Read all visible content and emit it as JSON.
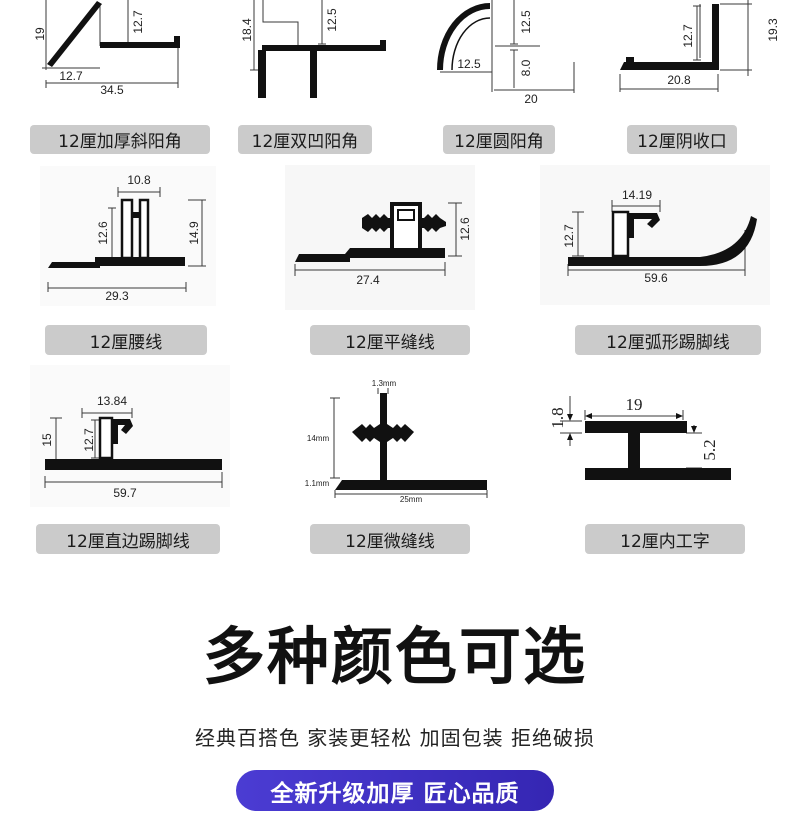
{
  "profiles": [
    {
      "label": "12厘加厚斜阳角",
      "dims": [
        "19",
        "12.7",
        "12.7",
        "34.5"
      ]
    },
    {
      "label": "12厘双凹阳角",
      "dims": [
        "18.4",
        "12.5"
      ]
    },
    {
      "label": "12厘圆阳角",
      "dims": [
        "12.5",
        "12.5",
        "8.0",
        "20"
      ]
    },
    {
      "label": "12厘阴收口",
      "dims": [
        "12.7",
        "19.3",
        "20.8"
      ]
    },
    {
      "label": "12厘腰线",
      "dims": [
        "10.8",
        "12.6",
        "14.9",
        "29.3"
      ]
    },
    {
      "label": "12厘平缝线",
      "dims": [
        "12.6",
        "27.4"
      ]
    },
    {
      "label": "12厘弧形踢脚线",
      "dims": [
        "14.19",
        "12.7",
        "59.6"
      ]
    },
    {
      "label": "12厘直边踢脚线",
      "dims": [
        "13.84",
        "15",
        "12.7",
        "59.7"
      ]
    },
    {
      "label": "12厘微缝线",
      "dims": [
        "1.3mm",
        "14mm",
        "1.1mm",
        "25mm"
      ]
    },
    {
      "label": "12厘内工字",
      "dims": [
        "19",
        "1.8",
        "5.2"
      ]
    }
  ],
  "heading": "多种颜色可选",
  "subtitle": "经典百搭色 家装更轻松 加固包装 拒绝破损",
  "badge": "全新升级加厚 匠心品质",
  "colors": {
    "label_bg": "#cbcbcb",
    "badge_start": "#4b3cd3",
    "badge_end": "#3526b3",
    "ink": "#111111"
  }
}
